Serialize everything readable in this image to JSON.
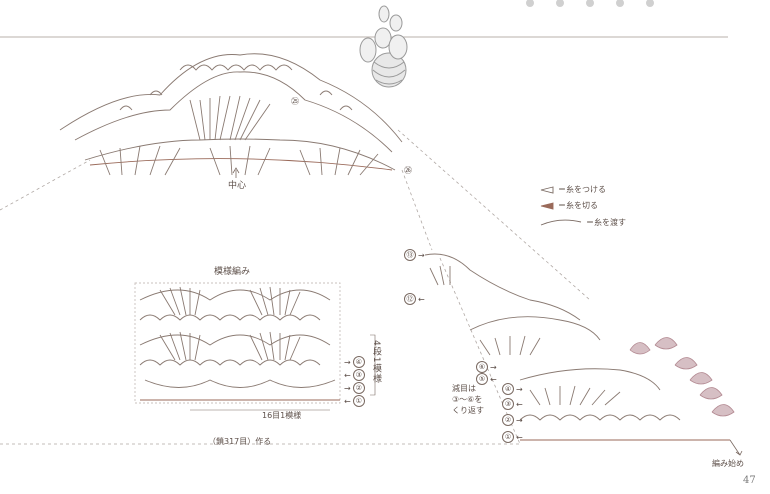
{
  "center_label": "中心",
  "pattern_title": "模様編み",
  "repeat_label": "16目1模様",
  "chain_label": "（鎖317目）作る",
  "rows_repeat_label": "4段1模様",
  "decrease_note": [
    "減目は",
    "③〜⑥を",
    "くり返す"
  ],
  "start_label": "編み始め",
  "page_number": "47",
  "legend": [
    {
      "symbol": "attach",
      "text": "＝糸をつける"
    },
    {
      "symbol": "cut",
      "text": "＝糸を切る"
    },
    {
      "symbol": "carry",
      "text": "＝糸を渡す"
    }
  ],
  "pattern_rows": [
    "④",
    "③",
    "②",
    "①"
  ],
  "wing_rows_upper": [
    "⑬",
    "⑫"
  ],
  "wing_rows_lower": [
    "⑥",
    "⑤",
    "④",
    "③",
    "②",
    "①"
  ],
  "top_marker": "㉖",
  "top_marker_2": "㉕",
  "colors": {
    "line": "#8a7a72",
    "accent": "#9a6a5a",
    "mauve": "#b38a92",
    "text": "#5e504a"
  }
}
